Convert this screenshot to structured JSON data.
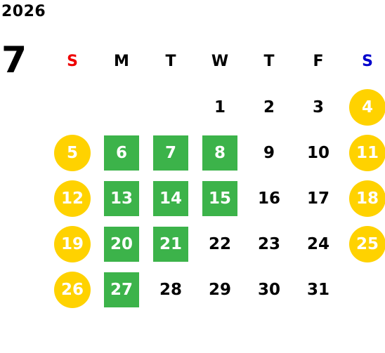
{
  "calendar": {
    "year": "2026",
    "month": "7",
    "weekday_headers": [
      "S",
      "M",
      "T",
      "W",
      "T",
      "F",
      "S"
    ],
    "colors": {
      "sunday_header": "#ee0000",
      "saturday_header": "#0000cc",
      "weekend_circle": "#ffd200",
      "highlight_square": "#3cb34a",
      "marked_text": "#ffffff",
      "default_text": "#000000"
    },
    "weeks": [
      [
        {
          "day": "",
          "mark": ""
        },
        {
          "day": "",
          "mark": ""
        },
        {
          "day": "",
          "mark": ""
        },
        {
          "day": "1",
          "mark": ""
        },
        {
          "day": "2",
          "mark": ""
        },
        {
          "day": "3",
          "mark": ""
        },
        {
          "day": "4",
          "mark": "circle"
        }
      ],
      [
        {
          "day": "5",
          "mark": "circle"
        },
        {
          "day": "6",
          "mark": "square"
        },
        {
          "day": "7",
          "mark": "square"
        },
        {
          "day": "8",
          "mark": "square"
        },
        {
          "day": "9",
          "mark": ""
        },
        {
          "day": "10",
          "mark": ""
        },
        {
          "day": "11",
          "mark": "circle"
        }
      ],
      [
        {
          "day": "12",
          "mark": "circle"
        },
        {
          "day": "13",
          "mark": "square"
        },
        {
          "day": "14",
          "mark": "square"
        },
        {
          "day": "15",
          "mark": "square"
        },
        {
          "day": "16",
          "mark": ""
        },
        {
          "day": "17",
          "mark": ""
        },
        {
          "day": "18",
          "mark": "circle"
        }
      ],
      [
        {
          "day": "19",
          "mark": "circle"
        },
        {
          "day": "20",
          "mark": "square"
        },
        {
          "day": "21",
          "mark": "square"
        },
        {
          "day": "22",
          "mark": ""
        },
        {
          "day": "23",
          "mark": ""
        },
        {
          "day": "24",
          "mark": ""
        },
        {
          "day": "25",
          "mark": "circle"
        }
      ],
      [
        {
          "day": "26",
          "mark": "circle"
        },
        {
          "day": "27",
          "mark": "square"
        },
        {
          "day": "28",
          "mark": ""
        },
        {
          "day": "29",
          "mark": ""
        },
        {
          "day": "30",
          "mark": ""
        },
        {
          "day": "31",
          "mark": ""
        },
        {
          "day": "",
          "mark": ""
        }
      ]
    ]
  }
}
